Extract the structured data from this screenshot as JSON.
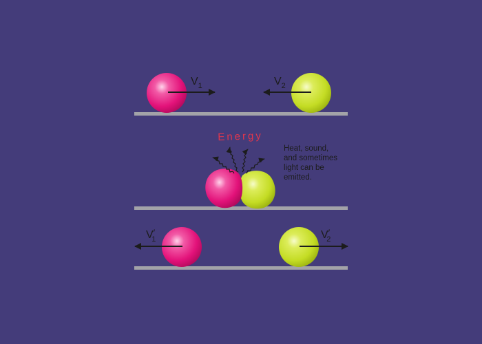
{
  "colors": {
    "background": "#443c7a",
    "track": "#a3a3a8",
    "ball_magenta": "#e8177d",
    "ball_lime": "#c8e02a",
    "arrow": "#1c1c1c",
    "energy_text": "#e0364d"
  },
  "panels": [
    {
      "stage": "before collision",
      "velocity_labels": [
        {
          "symbol": "V",
          "subscript": "1",
          "prime": ""
        },
        {
          "symbol": "V",
          "subscript": "2",
          "prime": ""
        }
      ]
    },
    {
      "stage": "collision",
      "energy_label": "Energy",
      "note_lines": [
        "Heat, sound,",
        "and sometimes",
        "light can be",
        "emitted."
      ]
    },
    {
      "stage": "after collision",
      "velocity_labels": [
        {
          "symbol": "V",
          "subscript": "1",
          "prime": "′"
        },
        {
          "symbol": "V",
          "subscript": "2",
          "prime": "′"
        }
      ]
    }
  ]
}
